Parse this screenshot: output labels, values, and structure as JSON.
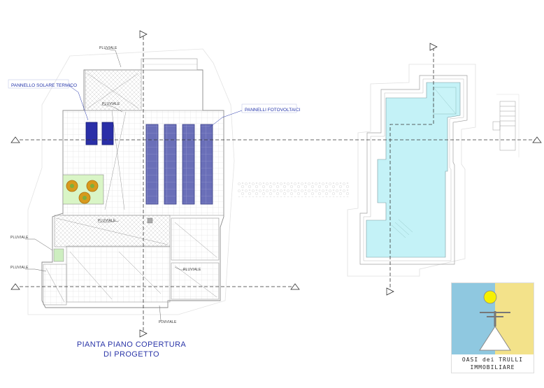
{
  "labels": {
    "pluviale": "PLUVIALE",
    "solar_thermal": "PANNELLO SOLARE TERMICO",
    "photovoltaic": "PANNELLI FOTOVOLTAICI"
  },
  "title": {
    "line1": "PIANTA PIANO COPERTURA",
    "line2": "DI PROGETTO"
  },
  "logo": {
    "line1": "OASI dei TRULLI",
    "line2": "IMMOBILIARE"
  },
  "colors": {
    "pool_water": "#c4f2f7",
    "solar_thermal_panel": "#2a2fa8",
    "pv_panel": "#6a6fb8",
    "annotation_text": "#2233aa",
    "garden": "#d9f5c6",
    "logo_blue": "#8fc8e0",
    "logo_yellow": "#f3e28a"
  },
  "icons": [
    "section-marker-icon",
    "tree-icon",
    "sun-icon",
    "trullo-icon"
  ]
}
